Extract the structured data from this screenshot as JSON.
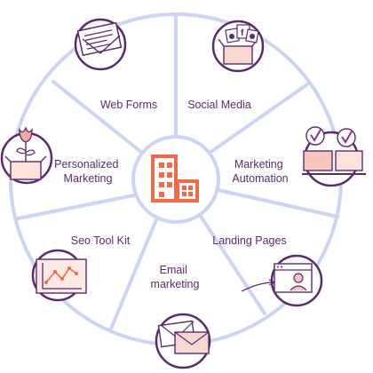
{
  "colors": {
    "ring": "#cdd3f2",
    "spoke": "#cdd3f2",
    "icon_outline": "#5a2a6e",
    "label": "#5a2a6e",
    "building": "#f26a4a",
    "accent_pink": "#f7c6bd",
    "accent_check": "#8a2d9a"
  },
  "segments": [
    {
      "id": "web-forms",
      "lines": [
        "Web Forms"
      ],
      "icon": "envelope-form-icon"
    },
    {
      "id": "social-media",
      "lines": [
        "Social Media"
      ],
      "icon": "social-box-icon"
    },
    {
      "id": "marketing-automation",
      "lines": [
        "Marketing",
        "Automation"
      ],
      "icon": "checklist-icon"
    },
    {
      "id": "landing-pages",
      "lines": [
        "Landing Pages"
      ],
      "icon": "browser-avatar-icon"
    },
    {
      "id": "email-marketing",
      "lines": [
        "Email",
        "marketing"
      ],
      "icon": "envelopes-icon"
    },
    {
      "id": "seo-tool-kit",
      "lines": [
        "Seo Tool Kit"
      ],
      "icon": "line-chart-icon"
    },
    {
      "id": "personalized-marketing",
      "lines": [
        "Personalized",
        "Marketing"
      ],
      "icon": "flower-box-icon"
    }
  ],
  "center": {
    "icon": "building-icon"
  }
}
